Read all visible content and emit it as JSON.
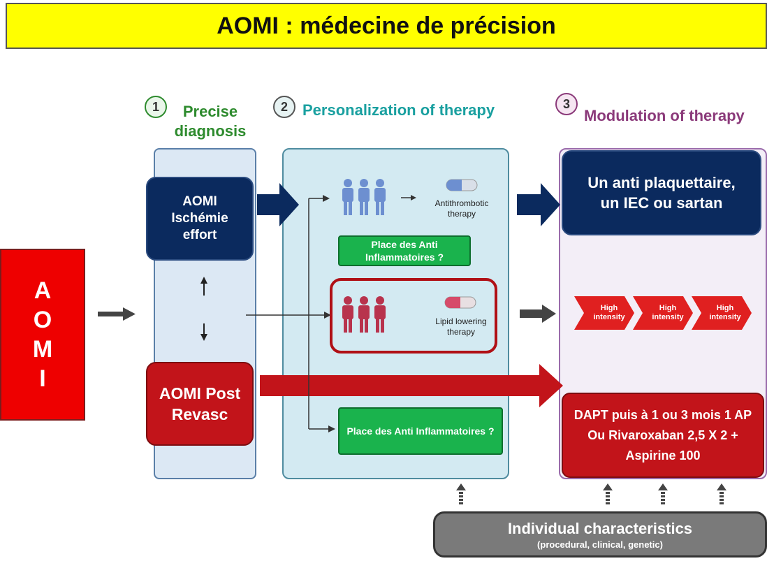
{
  "title": "AOMI : médecine de précision",
  "side_label": [
    "A",
    "O",
    "M",
    "I"
  ],
  "steps": [
    {
      "num": "1",
      "label": "Precise diagnosis",
      "color": "#2e8b2e"
    },
    {
      "num": "2",
      "label": "Personalization of therapy",
      "color": "#1aa0a0"
    },
    {
      "num": "3",
      "label": "Modulation of therapy",
      "color": "#8b3a7a"
    }
  ],
  "diagnosis": {
    "ischemie": "AOMI Ischémie effort",
    "post_revasc": "AOMI Post Revasc"
  },
  "personalization": {
    "antithrombotic": "Antithrombotic therapy",
    "lipid": "Lipid lowering therapy",
    "anti_inflam_1": "Place des Anti Inflammatoires ?",
    "anti_inflam_2": "Place des Anti Inflammatoires ?"
  },
  "modulation": {
    "top": "Un anti plaquettaire, un IEC ou sartan",
    "intensity": [
      "High intensity",
      "High intensity",
      "High intensity"
    ],
    "bottom": "DAPT puis à 1 ou 3 mois 1 AP Ou Rivaroxaban 2,5 X 2 + Aspirine 100"
  },
  "individual": {
    "title": "Individual characteristics",
    "subtitle": "(procedural, clinical, genetic)"
  },
  "colors": {
    "navy": "#0b2a5e",
    "red": "#c2141a",
    "green": "#1ab34d",
    "yellow": "#ffff00"
  }
}
